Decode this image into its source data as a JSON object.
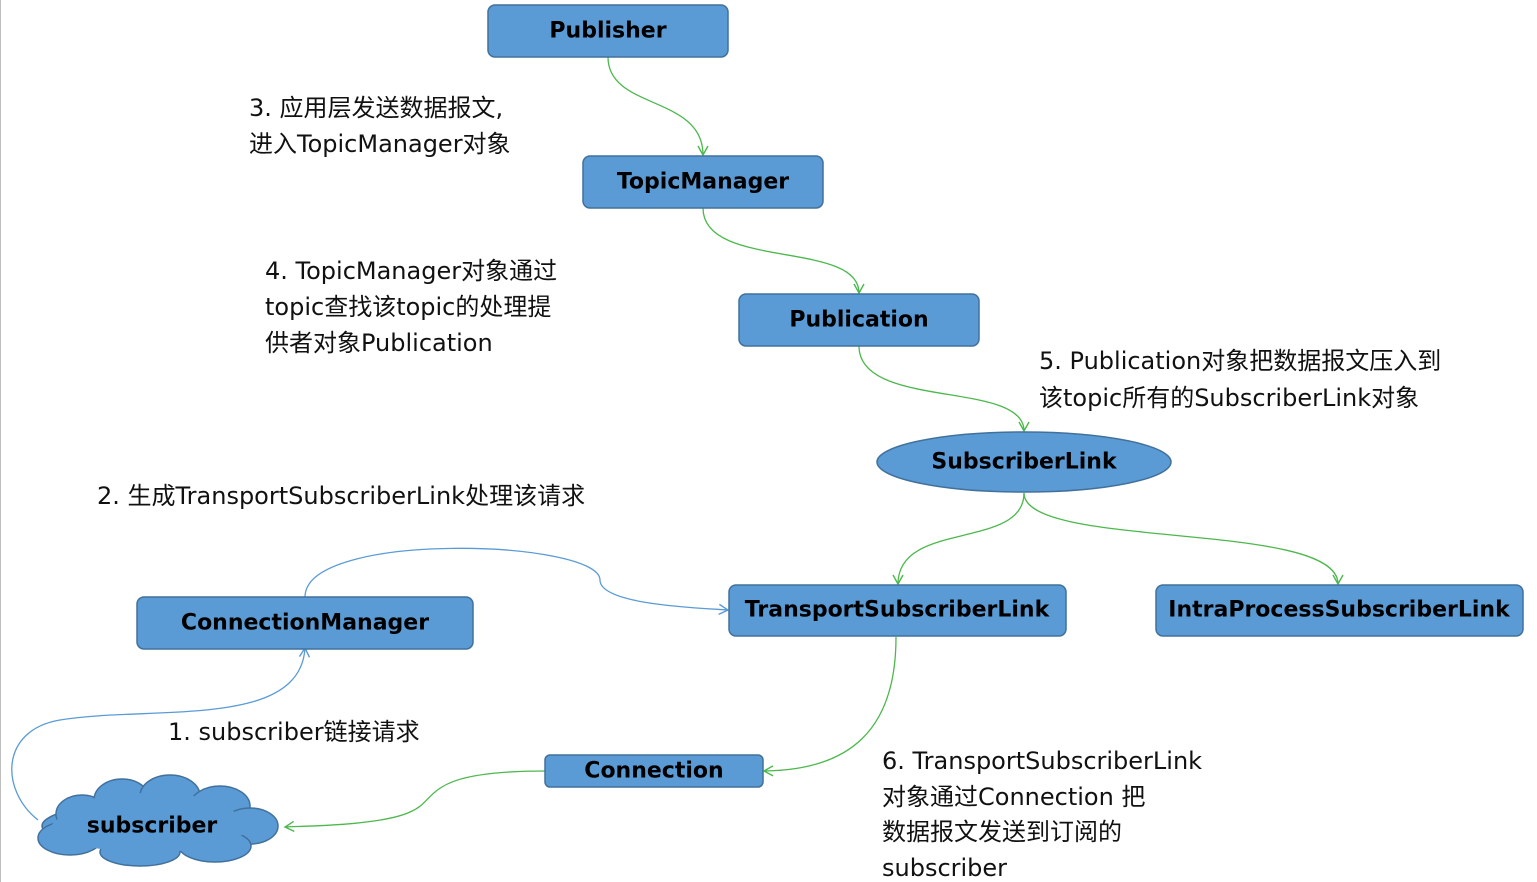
{
  "nodes": {
    "publisher": "Publisher",
    "topic_manager": "TopicManager",
    "publication": "Publication",
    "subscriber_link": "SubscriberLink",
    "transport_subscriber_link": "TransportSubscriberLink",
    "intra_process_subscriber_link": "IntraProcessSubscriberLink",
    "connection_manager": "ConnectionManager",
    "connection": "Connection",
    "subscriber": "subscriber"
  },
  "notes": {
    "step1": [
      "1. subscriber链接请求"
    ],
    "step2": [
      "2. 生成TransportSubscriberLink处理该请求"
    ],
    "step3": [
      "3. 应用层发送数据报文,",
      "进入TopicManager对象"
    ],
    "step4": [
      "4. TopicManager对象通过",
      "topic查找该topic的处理提",
      "供者对象Publication"
    ],
    "step5": [
      "5. Publication对象把数据报文压入到",
      "该topic所有的SubscriberLink对象"
    ],
    "step6": [
      "6. TransportSubscriberLink",
      "对象通过Connection 把",
      "数据报文发送到订阅的",
      "subscriber"
    ]
  },
  "colors": {
    "node_fill": "#5b9bd5",
    "node_border": "#41719c",
    "arrow_green": "#4cb84c",
    "arrow_blue": "#5b9bd5"
  }
}
